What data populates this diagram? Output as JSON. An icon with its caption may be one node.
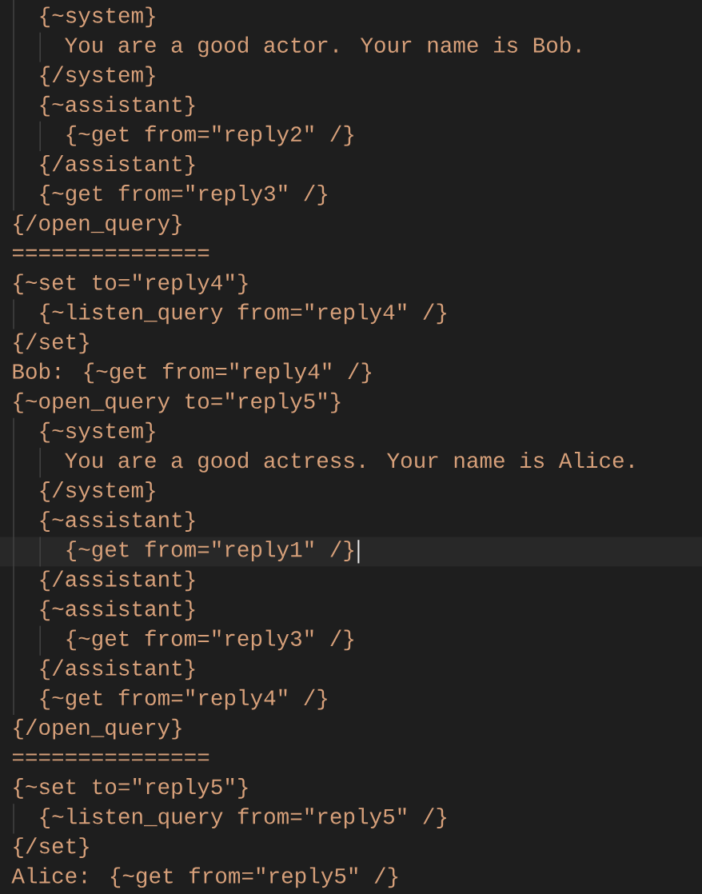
{
  "diagram": {
    "labels": [
      "{~system}",
      "You are a good actor. Your name is Bob.",
      "{/system}",
      "{~assistant}",
      "{~get from=\"reply2\" /}",
      "{/assistant}",
      "{~get from=\"reply3\" /}",
      "{/open_query}",
      "===============",
      "{~set to=\"reply4\"}",
      "{~listen_query from=\"reply4\" /}",
      "{/set}",
      "Bob: {~get from=\"reply4\" /}",
      "{~open_query to=\"reply5\"}",
      "{~system}",
      "You are a good actress. Your name is Alice.",
      "{/system}",
      "{~assistant}",
      "{~get from=\"reply1\" /}",
      "{/assistant}",
      "{~assistant}",
      "{~get from=\"reply3\" /}",
      "{/assistant}",
      "{~get from=\"reply4\" /}",
      "{/open_query}",
      "===============",
      "{~set to=\"reply5\"}",
      "{~listen_query from=\"reply5\" /}",
      "{/set}",
      "Alice: {~get from=\"reply5\" /}"
    ]
  }
}
